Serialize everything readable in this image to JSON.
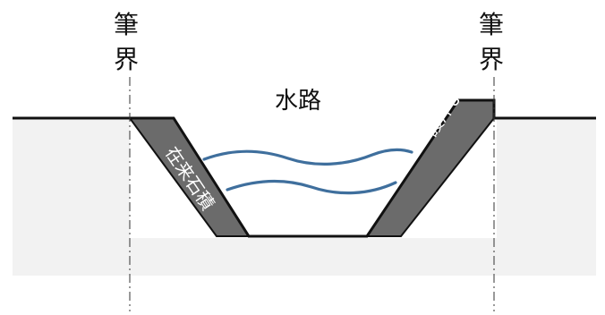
{
  "labels": {
    "boundary_left_line1": "筆",
    "boundary_left_line2": "界",
    "boundary_right_line1": "筆",
    "boundary_right_line2": "界",
    "water_channel": "水路",
    "left_wall": "在来石積",
    "right_wall": "護岸よう壁"
  },
  "colors": {
    "ground_fill": "#f2f2f2",
    "ground_line": "#111111",
    "wall_fill": "#6b6b6b",
    "water": "#3f6f9d",
    "boundary_line": "#333333"
  }
}
